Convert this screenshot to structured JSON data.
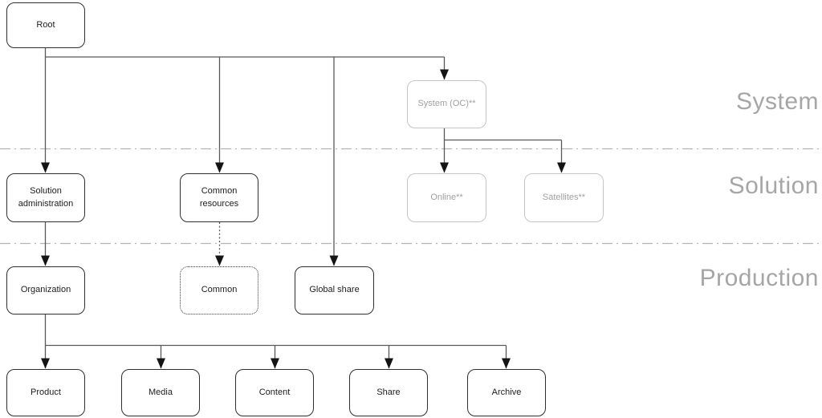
{
  "diagram": {
    "zones": {
      "system": {
        "label": "System"
      },
      "solution": {
        "label": "Solution"
      },
      "production": {
        "label": "Production"
      }
    },
    "nodes": {
      "root": {
        "label": "Root",
        "style": "solid"
      },
      "system_oc": {
        "label": "System (OC)**",
        "style": "muted"
      },
      "solution_administration": {
        "label": "Solution administration",
        "style": "solid"
      },
      "common_resources": {
        "label": "Common resources",
        "style": "solid"
      },
      "online": {
        "label": "Online**",
        "style": "muted"
      },
      "satellites": {
        "label": "Satellites**",
        "style": "muted"
      },
      "organization": {
        "label": "Organization",
        "style": "solid"
      },
      "common": {
        "label": "Common",
        "style": "dotted-border"
      },
      "global_share": {
        "label": "Global share",
        "style": "solid"
      },
      "product": {
        "label": "Product",
        "style": "solid"
      },
      "media": {
        "label": "Media",
        "style": "solid"
      },
      "content": {
        "label": "Content",
        "style": "solid"
      },
      "share": {
        "label": "Share",
        "style": "solid"
      },
      "archive": {
        "label": "Archive",
        "style": "solid"
      }
    },
    "edges": [
      {
        "from": "Root",
        "to": "Solution administration",
        "style": "solid-arrow"
      },
      {
        "from": "Root",
        "to": "Common resources",
        "style": "solid-arrow"
      },
      {
        "from": "Root",
        "to": "Global share",
        "style": "solid-arrow"
      },
      {
        "from": "Root",
        "to": "System (OC)**",
        "style": "solid-arrow"
      },
      {
        "from": "System (OC)**",
        "to": "Online**",
        "style": "solid-arrow"
      },
      {
        "from": "System (OC)**",
        "to": "Satellites**",
        "style": "solid-arrow"
      },
      {
        "from": "Solution administration",
        "to": "Organization",
        "style": "solid-arrow"
      },
      {
        "from": "Common resources",
        "to": "Common",
        "style": "dotted-arrow"
      },
      {
        "from": "Organization",
        "to": "Product",
        "style": "solid-arrow"
      },
      {
        "from": "Organization",
        "to": "Media",
        "style": "solid-arrow"
      },
      {
        "from": "Organization",
        "to": "Content",
        "style": "solid-arrow"
      },
      {
        "from": "Organization",
        "to": "Share",
        "style": "solid-arrow"
      },
      {
        "from": "Organization",
        "to": "Archive",
        "style": "solid-arrow"
      }
    ],
    "colors": {
      "background": "#ffffff",
      "node_border": "#2f2f2f",
      "node_text": "#202020",
      "muted_border": "#c6c6c6",
      "muted_text": "#a0a0a0",
      "connector": "#595959",
      "arrowhead": "#141414",
      "divider": "#b3b3b3",
      "zone_label": "#a6a6a6"
    }
  }
}
